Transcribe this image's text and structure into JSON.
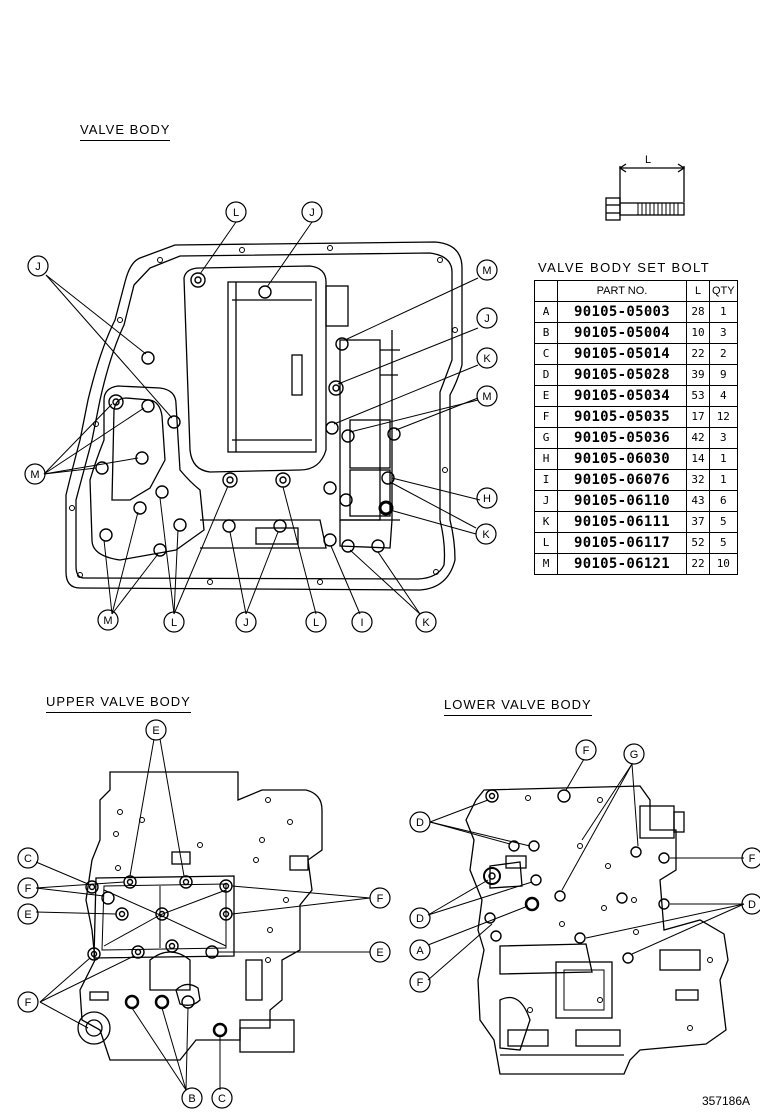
{
  "titles": {
    "valve_body": "VALVE BODY",
    "upper_valve_body": "UPPER VALVE BODY",
    "lower_valve_body": "LOWER VALVE BODY"
  },
  "bolt_dimension_label": "L",
  "table": {
    "title": "VALVE BODY SET BOLT",
    "headers": {
      "key": "",
      "part_no": "PART NO.",
      "length": "L",
      "qty": "QTY"
    },
    "rows": [
      {
        "key": "A",
        "part_no": "90105-05003",
        "length": "28",
        "qty": "1"
      },
      {
        "key": "B",
        "part_no": "90105-05004",
        "length": "10",
        "qty": "3"
      },
      {
        "key": "C",
        "part_no": "90105-05014",
        "length": "22",
        "qty": "2"
      },
      {
        "key": "D",
        "part_no": "90105-05028",
        "length": "39",
        "qty": "9"
      },
      {
        "key": "E",
        "part_no": "90105-05034",
        "length": "53",
        "qty": "4"
      },
      {
        "key": "F",
        "part_no": "90105-05035",
        "length": "17",
        "qty": "12"
      },
      {
        "key": "G",
        "part_no": "90105-05036",
        "length": "42",
        "qty": "3"
      },
      {
        "key": "H",
        "part_no": "90105-06030",
        "length": "14",
        "qty": "1"
      },
      {
        "key": "I",
        "part_no": "90105-06076",
        "length": "32",
        "qty": "1"
      },
      {
        "key": "J",
        "part_no": "90105-06110",
        "length": "43",
        "qty": "6"
      },
      {
        "key": "K",
        "part_no": "90105-06111",
        "length": "37",
        "qty": "5"
      },
      {
        "key": "L",
        "part_no": "90105-06117",
        "length": "52",
        "qty": "5"
      },
      {
        "key": "M",
        "part_no": "90105-06121",
        "length": "22",
        "qty": "10"
      }
    ]
  },
  "callouts": {
    "valve_body": [
      "L",
      "J",
      "J",
      "M",
      "J",
      "K",
      "M",
      "M",
      "H",
      "K",
      "M",
      "L",
      "J",
      "L",
      "I",
      "K"
    ],
    "upper": [
      "E",
      "C",
      "F",
      "F",
      "E",
      "E",
      "F",
      "B",
      "C"
    ],
    "lower": [
      "F",
      "G",
      "D",
      "F",
      "D",
      "D",
      "A",
      "F"
    ]
  },
  "figure_number": "357186A"
}
